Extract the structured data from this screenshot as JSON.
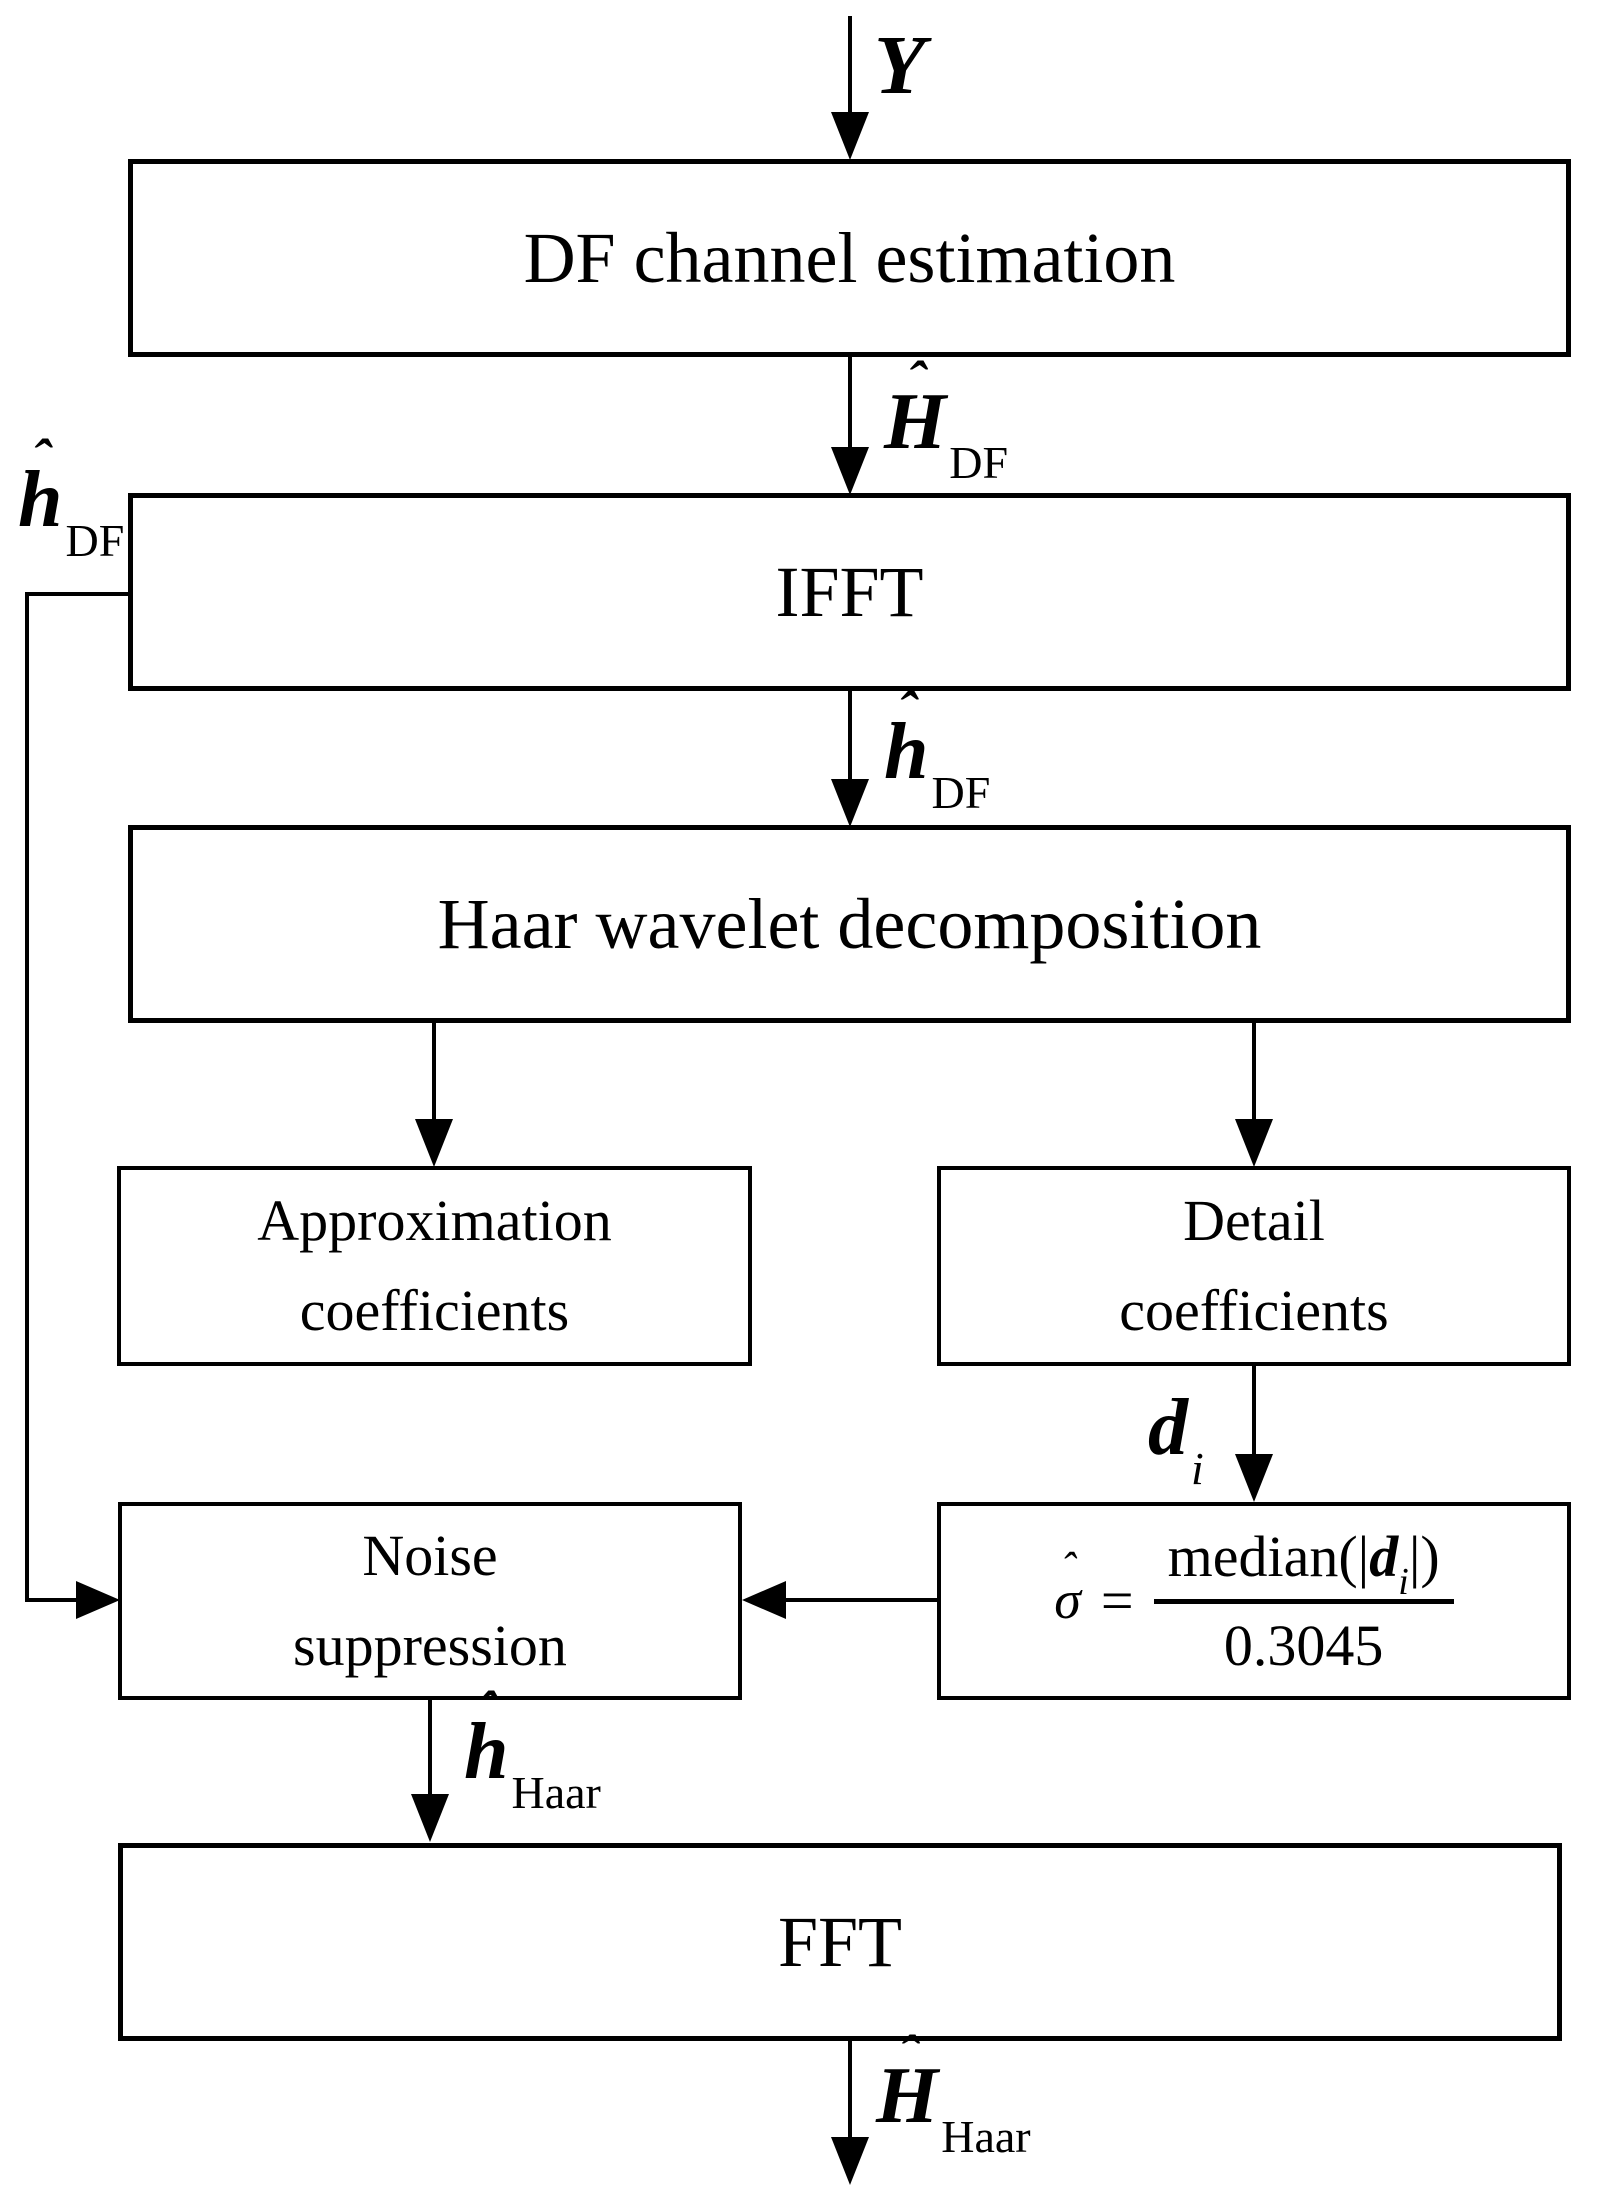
{
  "figure": {
    "background": "#ffffff",
    "ink": "#000000"
  },
  "boxes": {
    "df": {
      "label": "DF channel estimation"
    },
    "ifft": {
      "label": "IFFT"
    },
    "haar": {
      "label": "Haar wavelet decomposition"
    },
    "approx": {
      "line1": "Approximation",
      "line2": "coefficients"
    },
    "detail": {
      "line1": "Detail",
      "line2": "coefficients"
    },
    "noise": {
      "line1": "Noise",
      "line2": "suppression"
    },
    "fft": {
      "label": "FFT"
    }
  },
  "labels": {
    "input": {
      "base": "Y"
    },
    "H_DF": {
      "hat": "ˆ",
      "base": "H",
      "sub": "DF"
    },
    "h_DF_side": {
      "hat": "ˆ",
      "base": "h",
      "sub": "DF"
    },
    "h_DF": {
      "hat": "ˆ",
      "base": "h",
      "sub": "DF"
    },
    "d_i": {
      "base": "d",
      "sub": "i"
    },
    "h_Haar": {
      "hat": "ˆ",
      "base": "h",
      "sub": "Haar"
    },
    "H_Haar": {
      "hat": "ˆ",
      "base": "H",
      "sub": "Haar"
    }
  },
  "formula": {
    "lhs": {
      "hat": "ˆ",
      "base": "σ"
    },
    "equals": "=",
    "numerator": {
      "prefix": "median(|",
      "var": "d",
      "var_sub": "i",
      "suffix": "|)"
    },
    "denominator": "0.3045"
  }
}
